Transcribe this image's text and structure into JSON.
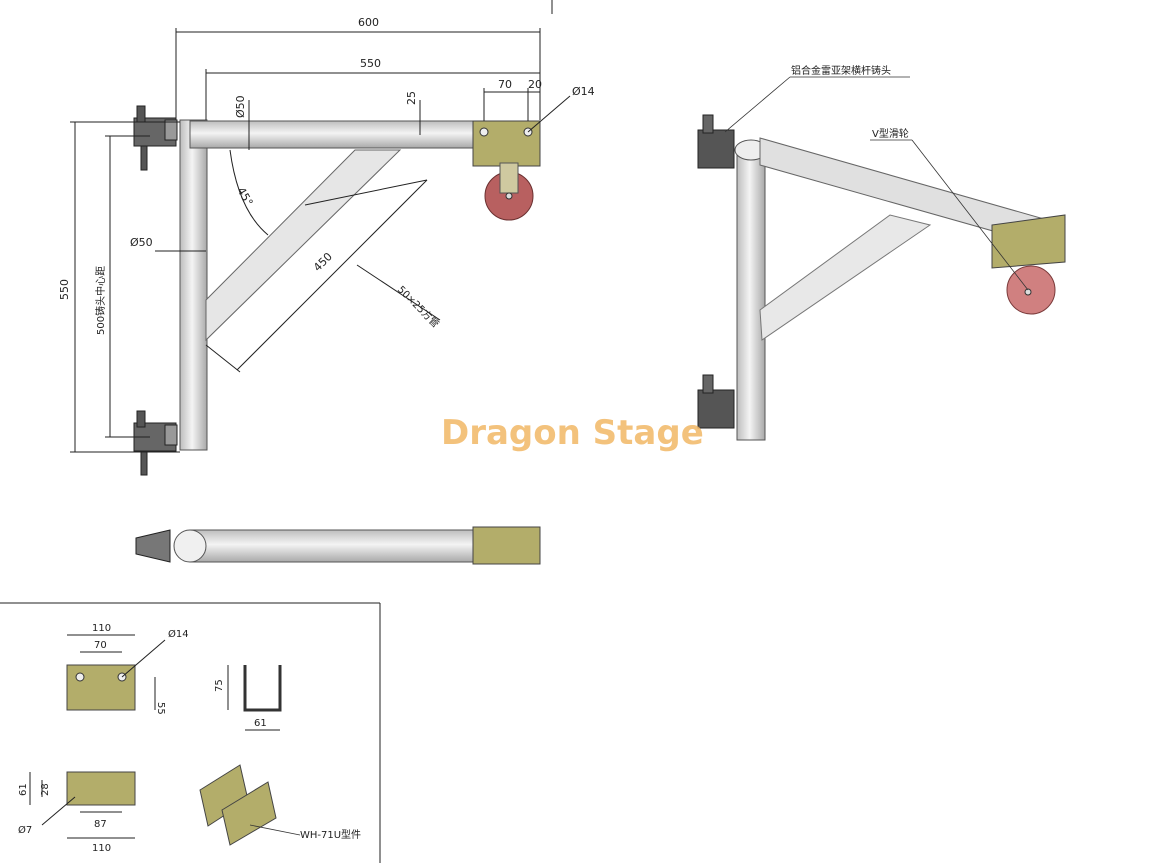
{
  "front_view": {
    "dim_600": "600",
    "dim_550_top": "550",
    "dim_70": "70",
    "dim_20": "20",
    "dim_25": "25",
    "dim_dia50_top": "Ø50",
    "dim_dia14": "Ø14",
    "dim_45deg": "45°",
    "dim_450": "450",
    "dim_50x25": "50×25方管",
    "dim_dia50_left": "Ø50",
    "dim_550_left": "550",
    "dim_500_center": "500铸头中心距"
  },
  "iso_view": {
    "callout_head": "铝合金雷亚架横杆铸头",
    "callout_wheel": "V型滑轮"
  },
  "watermark": "Dragon Stage",
  "detail": {
    "dim_110_top": "110",
    "dim_70": "70",
    "dim_dia14": "Ø14",
    "dim_55": "55",
    "dim_75": "75",
    "dim_61_bottom": "61",
    "dim_61_left": "61",
    "dim_28": "28",
    "dim_dia7": "Ø7",
    "dim_87": "87",
    "dim_110_bottom": "110",
    "part_label": "WH-71U型件"
  },
  "colors": {
    "tube": "#e2e2e2",
    "plate": "#b3ad6a",
    "wheel": "#b86060",
    "clamp": "#555555",
    "watermark": "#f2b866"
  }
}
